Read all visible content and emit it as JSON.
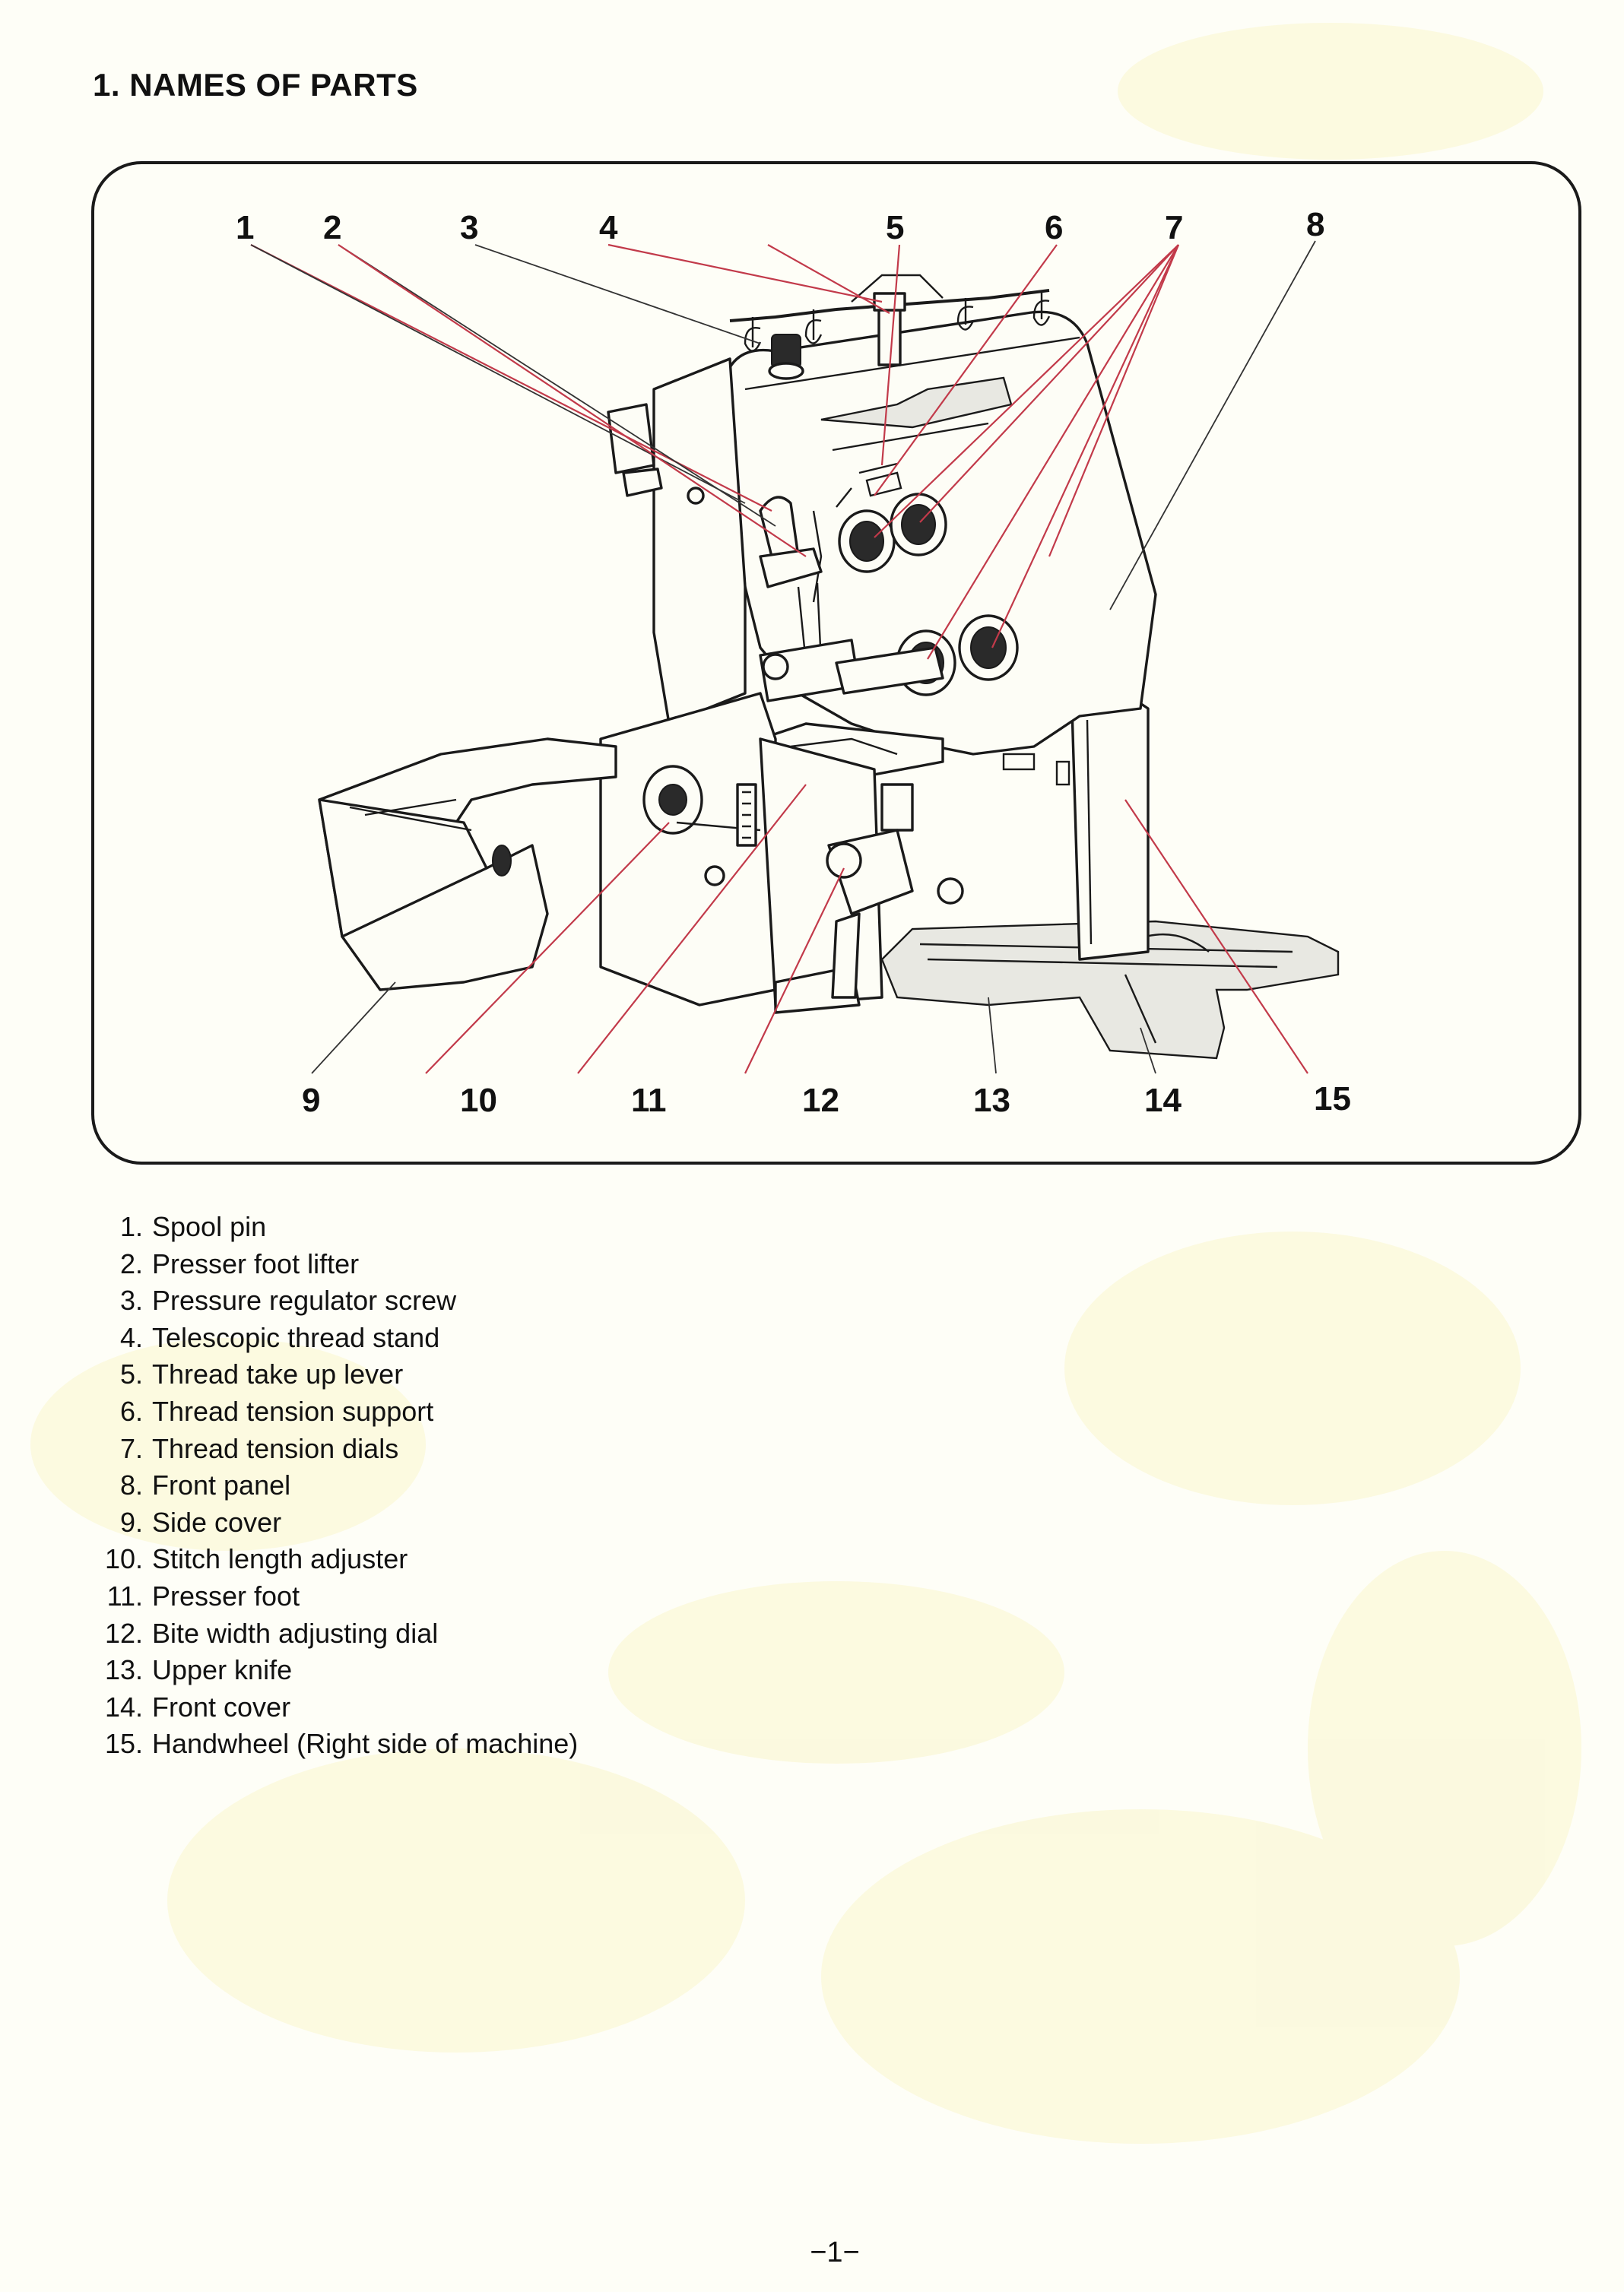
{
  "section_title": "1. NAMES OF PARTS",
  "callouts": [
    {
      "id": "c1",
      "label": "1"
    },
    {
      "id": "c2",
      "label": "2"
    },
    {
      "id": "c3",
      "label": "3"
    },
    {
      "id": "c4",
      "label": "4"
    },
    {
      "id": "c5",
      "label": "5"
    },
    {
      "id": "c6",
      "label": "6"
    },
    {
      "id": "c7",
      "label": "7"
    },
    {
      "id": "c8",
      "label": "8"
    },
    {
      "id": "c9",
      "label": "9"
    },
    {
      "id": "c10",
      "label": "10"
    },
    {
      "id": "c11",
      "label": "11"
    },
    {
      "id": "c12",
      "label": "12"
    },
    {
      "id": "c13",
      "label": "13"
    },
    {
      "id": "c14",
      "label": "14"
    },
    {
      "id": "c15",
      "label": "15"
    }
  ],
  "parts": [
    {
      "number": "1.",
      "name": "Spool pin"
    },
    {
      "number": "2.",
      "name": "Presser foot lifter"
    },
    {
      "number": "3.",
      "name": "Pressure regulator screw"
    },
    {
      "number": "4.",
      "name": "Telescopic thread stand"
    },
    {
      "number": "5.",
      "name": "Thread take up lever"
    },
    {
      "number": "6.",
      "name": "Thread tension support"
    },
    {
      "number": "7.",
      "name": "Thread tension dials"
    },
    {
      "number": "8.",
      "name": "Front panel"
    },
    {
      "number": "9.",
      "name": "Side cover"
    },
    {
      "number": "10.",
      "name": "Stitch length adjuster"
    },
    {
      "number": "11.",
      "name": "Presser foot"
    },
    {
      "number": "12.",
      "name": "Bite width adjusting dial"
    },
    {
      "number": "13.",
      "name": "Upper knife"
    },
    {
      "number": "14.",
      "name": "Front cover"
    },
    {
      "number": "15.",
      "name": "Handwheel (Right side of machine)"
    }
  ],
  "page_number": "−1−",
  "colors": {
    "leader_line": "#c23a4a",
    "paper": "#fefef7",
    "ink": "#111111"
  }
}
